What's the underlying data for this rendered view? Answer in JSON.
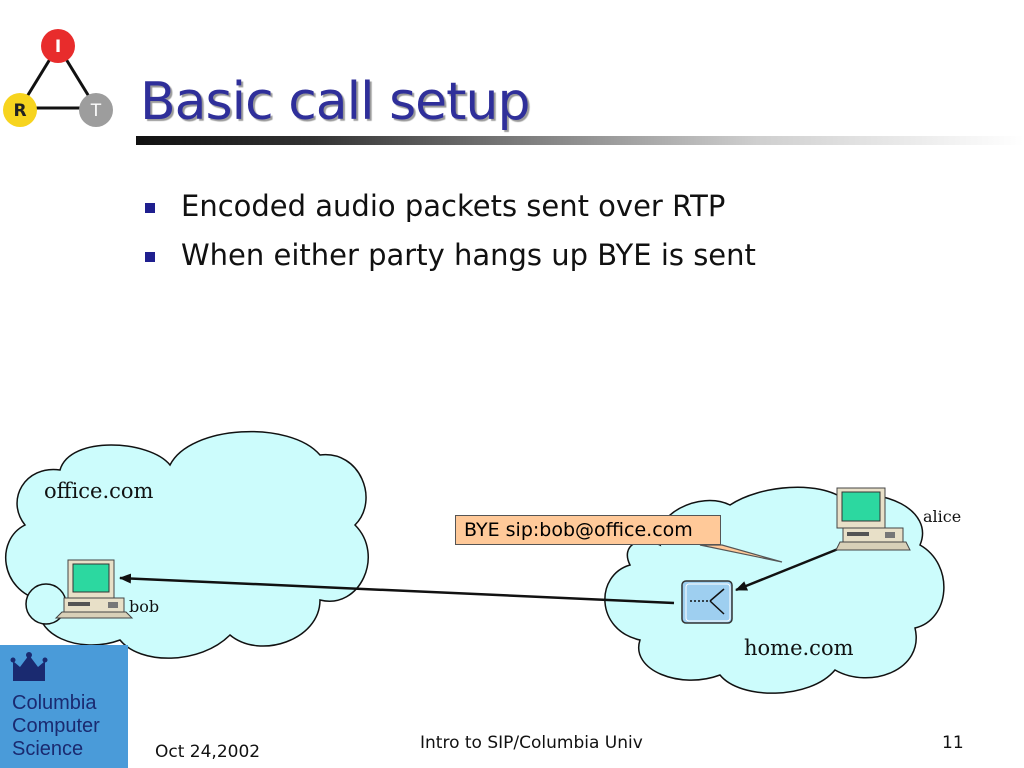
{
  "logo": {
    "top": "I",
    "left": "R",
    "right": "T"
  },
  "title": "Basic call setup",
  "bullets": [
    "Encoded audio packets sent over RTP",
    "When either party hangs up BYE is sent"
  ],
  "diagram": {
    "cloud_left_label": "office.com",
    "cloud_right_label": "home.com",
    "host_bob": "bob",
    "host_alice": "alice",
    "message": "BYE sip:bob@office.com"
  },
  "school": {
    "line1": "Columbia",
    "line2": "Computer",
    "line3": "Science"
  },
  "footer": {
    "date": "Oct 24,2002",
    "center": "Intro to SIP/Columbia Univ",
    "page": "11"
  }
}
